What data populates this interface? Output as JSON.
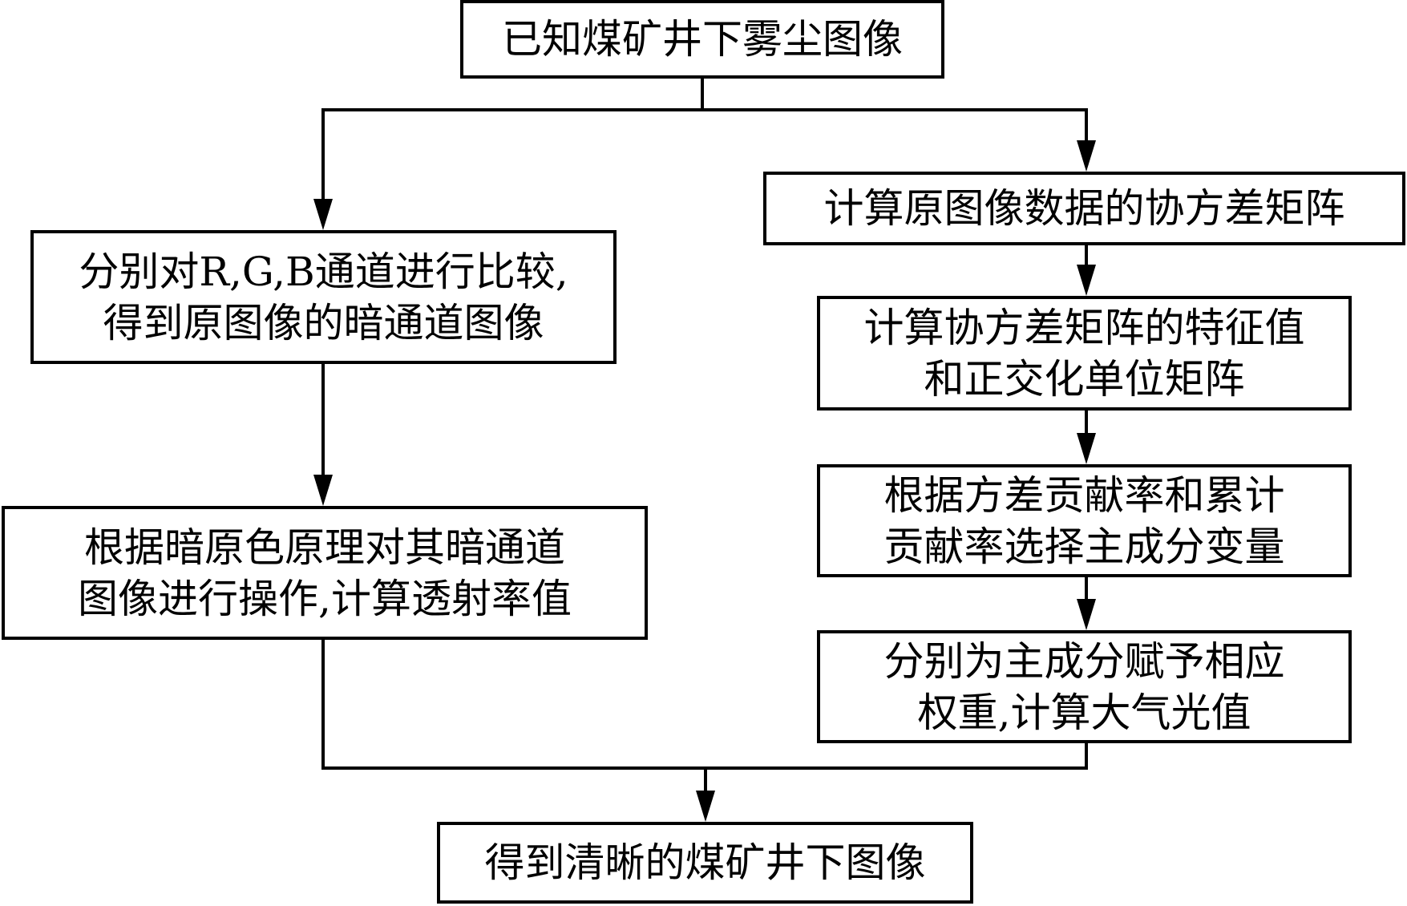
{
  "diagram": {
    "start": "已知煤矿井下雾尘图像",
    "left_steps": [
      [
        "分别对R,G,B通道进行比较,",
        "得到原图像的暗通道图像"
      ],
      [
        "根据暗原色原理对其暗通道",
        "图像进行操作,计算透射率值"
      ]
    ],
    "right_steps": [
      [
        "计算原图像数据的协方差矩阵"
      ],
      [
        "计算协方差矩阵的特征值",
        "和正交化单位矩阵"
      ],
      [
        "根据方差贡献率和累计",
        "贡献率选择主成分变量"
      ],
      [
        "分别为主成分赋予相应",
        "权重,计算大气光值"
      ]
    ],
    "end": "得到清晰的煤矿井下图像"
  }
}
